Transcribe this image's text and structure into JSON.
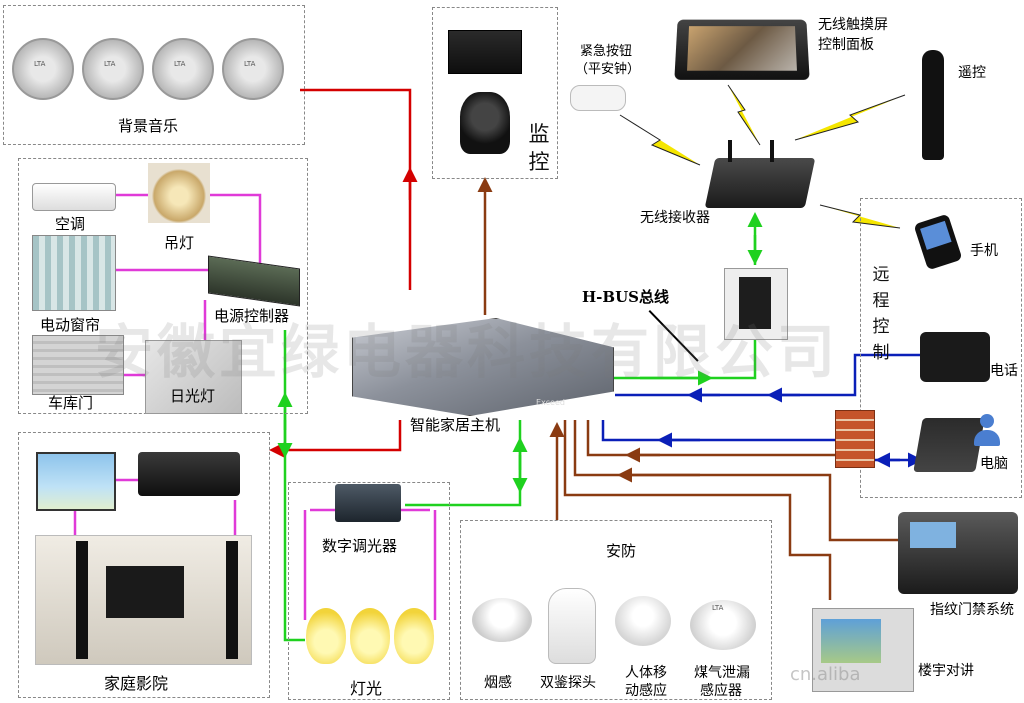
{
  "zones": {
    "background_music": "背景音乐",
    "surveillance": "监控",
    "home_theater": "家庭影院",
    "lighting_title": "数字调光器",
    "lighting": "灯光",
    "security": "安防",
    "remote_control": "远程控制"
  },
  "devices": {
    "ac": "空调",
    "chandelier": "吊灯",
    "curtain": "电动窗帘",
    "power_controller": "电源控制器",
    "garage_door": "车库门",
    "fluorescent": "日光灯",
    "host": "智能家居主机",
    "host_brand": "Exceed",
    "hbus": "H-BUS总线",
    "panic_button": "紧急按钮",
    "panic_button_sub": "（平安钟）",
    "wireless_panel_1": "无线触摸屏",
    "wireless_panel_2": "控制面板",
    "remote": "遥控",
    "receiver": "无线接收器",
    "phone_mobile": "手机",
    "telephone": "电话",
    "computer": "电脑",
    "fingerprint": "指纹门禁系统",
    "intercom": "楼宇对讲",
    "smoke": "烟感",
    "dual_probe": "双鉴探头",
    "pir_1": "人体移",
    "pir_2": "动感应",
    "gas_1": "煤气泄漏",
    "gas_2": "感应器",
    "speaker_brand": "LTA",
    "gas_brand": "LTA"
  },
  "watermark": "安徽宜绿电器科技有限公司",
  "footer_mark": "cn.aliba",
  "colors": {
    "red": "#d40000",
    "brown": "#8a3b12",
    "green": "#1fd11f",
    "blue": "#0a1fb8",
    "magenta": "#e03ad8",
    "bolt": "#f5e600"
  }
}
